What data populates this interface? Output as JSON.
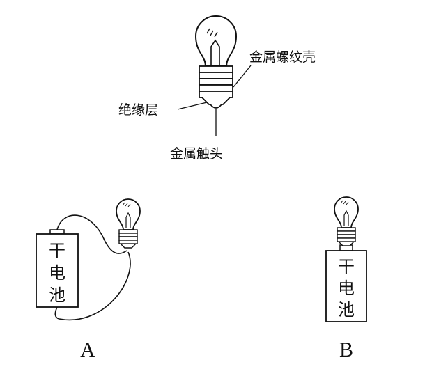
{
  "bulb_labels": {
    "screw_shell": "金属螺纹壳",
    "insulation": "绝缘层",
    "contact": "金属触头"
  },
  "battery_a": [
    "干",
    "电",
    "池"
  ],
  "battery_b": [
    "干",
    "电",
    "池"
  ],
  "circuit_labels": {
    "a": "A",
    "b": "B"
  }
}
